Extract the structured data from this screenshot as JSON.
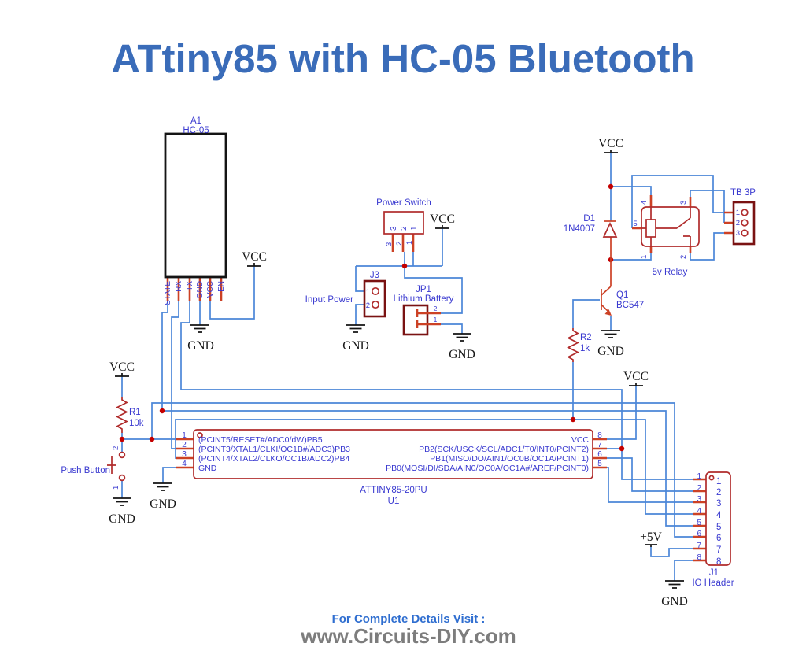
{
  "title": "ATtiny85 with HC-05 Bluetooth",
  "net": {
    "vcc": "VCC",
    "gnd": "GND",
    "p5v": "+5V"
  },
  "c": {
    "hc05": {
      "ref": "A1",
      "value": "HC-05",
      "pins": [
        "STATE",
        "RX",
        "TX",
        "GND",
        "VCC",
        "EN"
      ]
    },
    "sw": {
      "label": "Power Switch",
      "pins": [
        "3",
        "2",
        "1"
      ]
    },
    "j3": {
      "ref": "J3",
      "label": "Input Power",
      "pins": [
        "1",
        "2"
      ]
    },
    "jp1": {
      "ref": "JP1",
      "label": "Lithium Battery",
      "pins": [
        "2",
        "1"
      ]
    },
    "d1": {
      "ref": "D1",
      "value": "1N4007"
    },
    "relay": {
      "label": "5v Relay",
      "pins": [
        "4",
        "3",
        "5",
        "1",
        "2"
      ]
    },
    "tb": {
      "label": "TB 3P",
      "pins": [
        "1",
        "2",
        "3"
      ]
    },
    "q1": {
      "ref": "Q1",
      "value": "BC547"
    },
    "r1": {
      "ref": "R1",
      "value": "10k"
    },
    "r2": {
      "ref": "R2",
      "value": "1k"
    },
    "btn": {
      "label": "Push Button",
      "pins": [
        "2",
        "1"
      ]
    },
    "u1": {
      "ref": "U1",
      "value": "ATTINY85-20PU",
      "left": [
        {
          "n": "1",
          "t": "(PCINT5/RESET#/ADC0/dW)PB5"
        },
        {
          "n": "2",
          "t": "(PCINT3/XTAL1/CLKI/OC1B#/ADC3)PB3"
        },
        {
          "n": "3",
          "t": "(PCINT4/XTAL2/CLKO/OC1B/ADC2)PB4"
        },
        {
          "n": "4",
          "t": "GND"
        }
      ],
      "right": [
        {
          "n": "8",
          "t": "VCC"
        },
        {
          "n": "7",
          "t": "PB2(SCK/USCK/SCL/ADC1/T0/INT0/PCINT2)"
        },
        {
          "n": "6",
          "t": "PB1(MISO/DO/AIN1/OC0B/OC1A/PCINT1)"
        },
        {
          "n": "5",
          "t": "PB0(MOSI/DI/SDA/AIN0/OC0A/OC1A#/AREF/PCINT0)"
        }
      ]
    },
    "j1": {
      "ref": "J1",
      "label": "IO Header",
      "pins": [
        "1",
        "2",
        "3",
        "4",
        "5",
        "6",
        "7",
        "8"
      ]
    }
  },
  "footer": {
    "line1": "For Complete Details Visit :",
    "line2": "www.Circuits-DIY.com"
  },
  "colors": {
    "title": "#3a6cb9",
    "wire": "#4b86d8",
    "text": "#3a3ad0",
    "component": "#b02c2c",
    "connector": "#7a1212",
    "stub": "#cc4125",
    "junction": "#c40000",
    "footer_gray": "#7d7d7d"
  }
}
